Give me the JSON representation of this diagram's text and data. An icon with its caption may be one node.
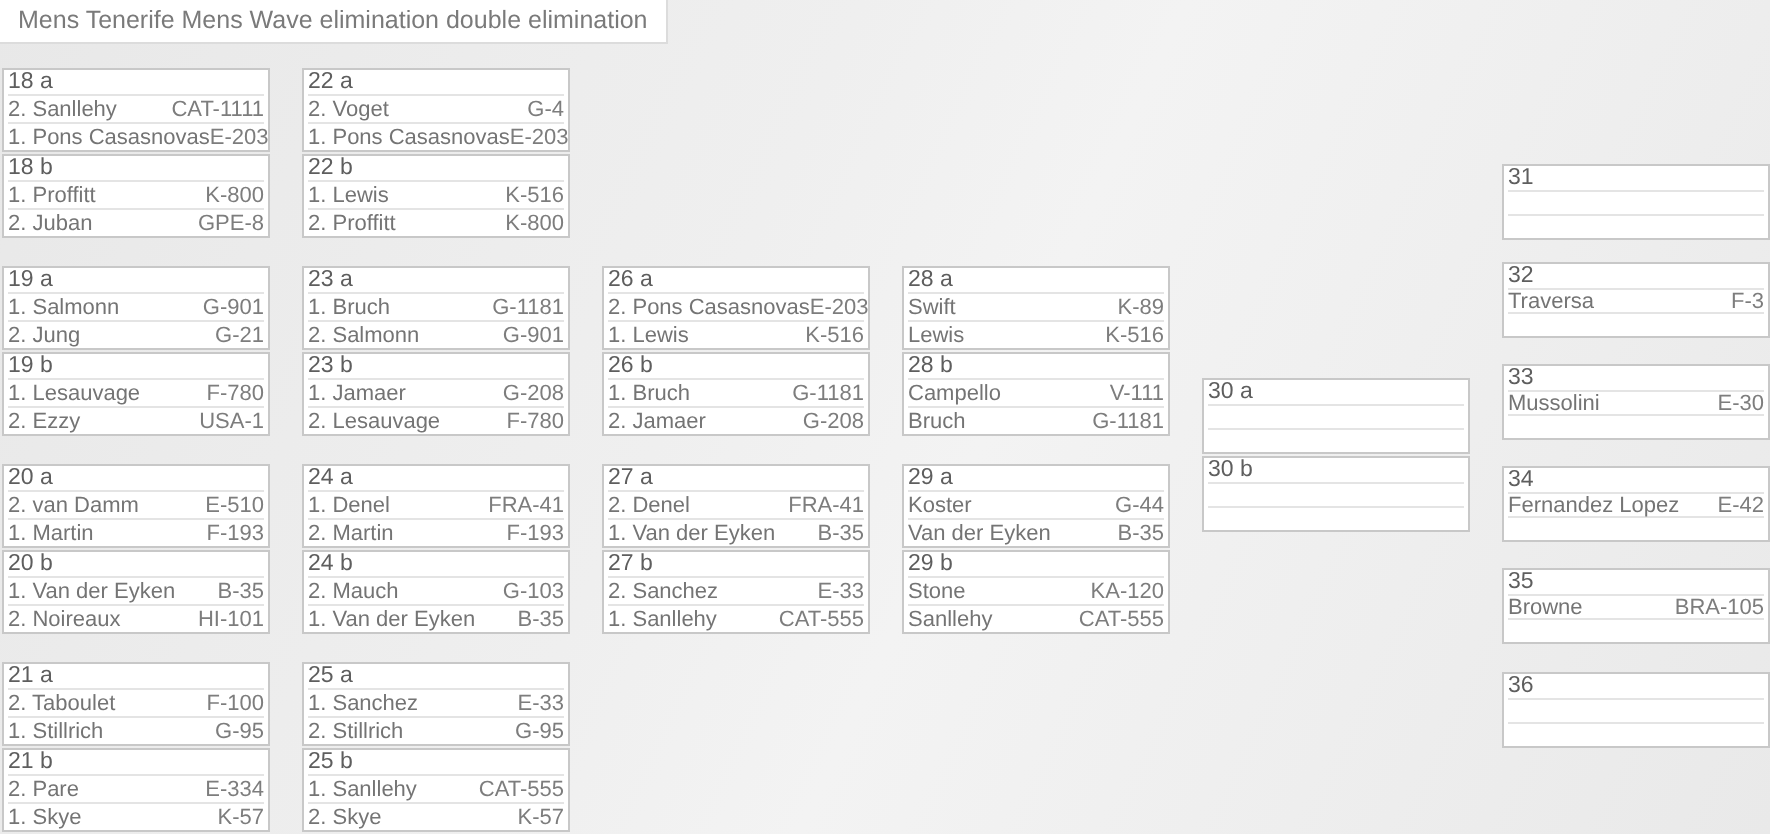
{
  "diagram": {
    "title": "Mens Tenerife Mens Wave elimination double elimination",
    "nodes": [
      {
        "text": [
          "18 a",
          "2. Sanllehy",
          "CAT-1111",
          "1. Pons Casasnovas",
          "E-203"
        ]
      },
      {
        "text": [
          "18 b",
          "1. Proffitt",
          "K-800",
          "2. Juban",
          "GPE-8"
        ]
      },
      {
        "text": [
          "19 a",
          "1. Salmonn",
          "G-901",
          "2. Jung",
          "G-21"
        ]
      },
      {
        "text": [
          "19 b",
          "1. Lesauvage",
          "F-780",
          "2. Ezzy",
          "USA-1"
        ]
      },
      {
        "text": [
          "20 a",
          "2. van Damm",
          "E-510",
          "1. Martin",
          "F-193"
        ]
      },
      {
        "text": [
          "20 b",
          "1. Van der Eyken",
          "B-35",
          "2. Noireaux",
          "HI-101"
        ]
      },
      {
        "text": [
          "21 a",
          "2. Taboulet",
          "F-100",
          "1. Stillrich",
          "G-95"
        ]
      },
      {
        "text": [
          "21 b",
          "2. Pare",
          "E-334",
          "1. Skye",
          "K-57"
        ]
      },
      {
        "text": [
          "22 a",
          "2. Voget",
          "G-4",
          "1. Pons Casasnovas",
          "E-203"
        ]
      },
      {
        "text": [
          "22 b",
          "1. Lewis",
          "K-516",
          "2. Proffitt",
          "K-800"
        ]
      },
      {
        "text": [
          "23 a",
          "1. Bruch",
          "G-1181",
          "2. Salmonn",
          "G-901"
        ]
      },
      {
        "text": [
          "23 b",
          "1. Jamaer",
          "G-208",
          "2. Lesauvage",
          "F-780"
        ]
      },
      {
        "text": [
          "24 a",
          "1. Denel",
          "FRA-41",
          "2. Martin",
          "F-193"
        ]
      },
      {
        "text": [
          "24 b",
          "2. Mauch",
          "G-103",
          "1. Van der Eyken",
          "B-35"
        ]
      },
      {
        "text": [
          "25 a",
          "1. Sanchez",
          "E-33",
          "2. Stillrich",
          "G-95"
        ]
      },
      {
        "text": [
          "25 b",
          "1. Sanllehy",
          "CAT-555",
          "2. Skye",
          "K-57"
        ]
      },
      {
        "text": [
          "26 a",
          "2. Pons Casasnovas",
          "E-203",
          "1. Lewis",
          "K-516"
        ]
      },
      {
        "text": [
          "26 b",
          "1. Bruch",
          "G-1181",
          "2. Jamaer",
          "G-208"
        ]
      },
      {
        "text": [
          "27 a",
          "2. Denel",
          "FRA-41",
          "1. Van der Eyken",
          "B-35"
        ]
      },
      {
        "text": [
          "27 b",
          "2. Sanchez",
          "E-33",
          "1. Sanllehy",
          "CAT-555"
        ]
      },
      {
        "text": [
          "28 a",
          "Swift",
          "K-89",
          "Lewis",
          "K-516"
        ]
      },
      {
        "text": [
          "28 b",
          "Campello",
          "V-111",
          "Bruch",
          "G-1181"
        ]
      },
      {
        "text": [
          "29 a",
          "Koster",
          "G-44",
          "Van der Eyken",
          "B-35"
        ]
      },
      {
        "text": [
          "29 b",
          "Stone",
          "KA-120",
          "Sanllehy",
          "CAT-555"
        ]
      },
      {
        "text": [
          "30 a"
        ]
      },
      {
        "text": [
          "30 b"
        ]
      },
      {
        "text": [
          "31"
        ]
      },
      {
        "text": [
          "32",
          "Traversa",
          "F-3"
        ]
      },
      {
        "text": [
          "33",
          "Mussolini",
          "E-30"
        ]
      },
      {
        "text": [
          "34",
          "Fernandez Lopez",
          "E-42"
        ]
      },
      {
        "text": [
          "35",
          "Browne",
          "BRA-105"
        ]
      },
      {
        "text": [
          "36"
        ]
      }
    ]
  }
}
